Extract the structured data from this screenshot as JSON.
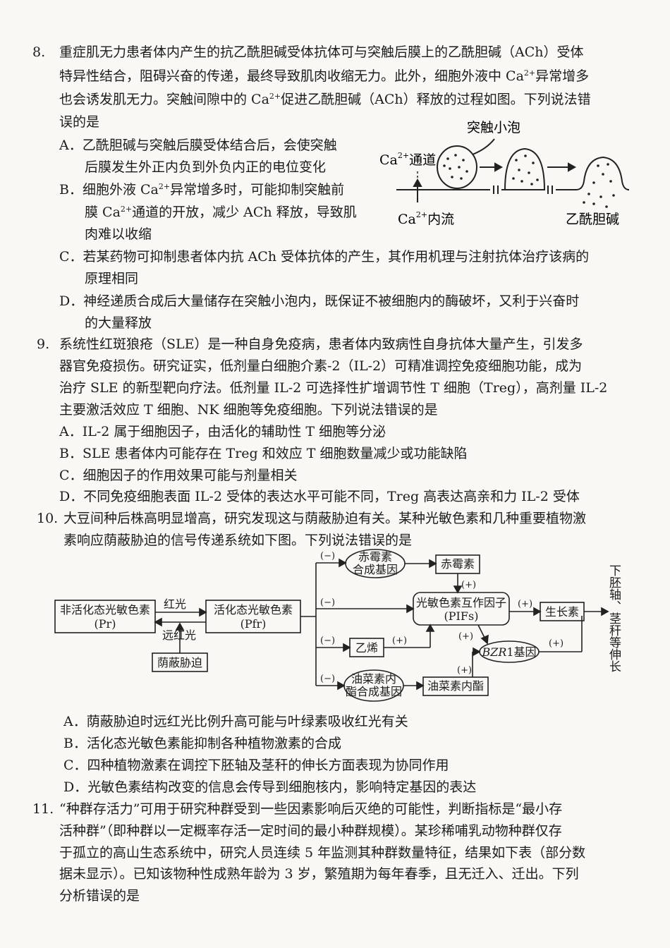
{
  "q8": {
    "num": "8.",
    "l1": "重症肌无力患者体内产生的抗乙酰胆碱受体抗体可与突触后膜上的乙酰胆碱（ACh）受体",
    "l2a": "特异性结合，阻碍兴奋的传递，最终导致肌肉收缩无力。此外，细胞外液中 Ca",
    "l2b": "异常增多",
    "l3a": "也会诱发肌无力。突触间隙中的 Ca",
    "l3b": "促进乙酰胆碱（ACh）释放的过程如图。下列说法错",
    "l4": "误的是",
    "sup": "2+",
    "A1": "A．乙酰胆碱与突触后膜受体结合后，会使突触",
    "A2": "后膜发生外正内负到外负内正的电位变化",
    "B1a": "B．细胞外液 Ca",
    "B1b": "异常增多时，可能抑制突触前",
    "B2a": "膜 Ca",
    "B2b": "通道的开放，减少 ACh 释放，导致肌",
    "B3": "肉难以收缩",
    "C1": "C．若某药物可抑制患者体内抗 ACh 受体抗体的产生，其作用机理与注射抗体治疗该病的",
    "C2": "原理相同",
    "D1": "D．神经递质合成后大量储存在突触小泡内，既保证不被细胞内的酶破坏，又利于兴奋时",
    "D2": "的大量释放",
    "fig": {
      "vesicle": "突触小泡",
      "ca": "Ca",
      "channel": "通道",
      "influx": "内流",
      "ach": "乙酰胆碱"
    }
  },
  "q9": {
    "num": "9.",
    "l1": "系统性红斑狼疮（SLE）是一种自身免疫病，患者体内致病性自身抗体大量产生，引发多",
    "l2": "器官免疫损伤。研究证实，低剂量白细胞介素-2（IL-2）可精准调控免疫细胞功能，成为",
    "l3": "治疗 SLE 的新型靶向疗法。低剂量 IL-2 可选择性扩增调节性 T 细胞（Treg），高剂量 IL-2",
    "l4": "主要激活效应 T 细胞、NK 细胞等免疫细胞。下列说法错误的是",
    "A": "A．IL-2 属于细胞因子，由活化的辅助性 T 细胞等分泌",
    "B": "B．SLE 患者体内可能存在 Treg 和效应 T 细胞数量减少或功能缺陷",
    "C": "C．细胞因子的作用效果可能与剂量相关",
    "D": "D．不同免疫细胞表面 IL-2 受体的表达水平可能不同，Treg 高表达高亲和力 IL-2 受体"
  },
  "q10": {
    "num": "10.",
    "l1": "大豆间种后株高明显增高，研究发现这与荫蔽胁迫有关。某种光敏色素和几种重要植物激",
    "l2": "素响应荫蔽胁迫的信号传递系统如下图。下列说法错误的是",
    "A": "A．荫蔽胁迫时远红光比例升高可能与叶绿素吸收红光有关",
    "B": "B．活化态光敏色素能抑制各种植物激素的合成",
    "C": "C．四种植物激素在调控下胚轴及茎秆的伸长方面表现为协同作用",
    "D": "D．光敏色素结构改变的信息会传导到细胞核内，影响特定基因的表达",
    "fig": {
      "pr1": "非活化态光敏色素",
      "pr2": "(Pr)",
      "pfr1": "活化态光敏色素",
      "pfr2": "(Pfr)",
      "red": "红光",
      "farred": "远红光",
      "shade": "荫蔽胁迫",
      "ga_gene1": "赤霉素",
      "ga_gene2": "合成基因",
      "ga": "赤霉素",
      "pif1": "光敏色素互作因子",
      "pif2": "(PIFs)",
      "auxin": "生长素",
      "ethylene": "乙烯",
      "bzr_italic": "BZR",
      "bzr_rest": "1基因",
      "br_gene1": "油菜素内",
      "br_gene2": "酯合成基因",
      "br": "油菜素内酯",
      "result": "下胚轴、茎秆等伸长",
      "minus": "(−)",
      "plus": "(+)"
    }
  },
  "q11": {
    "num": "11.",
    "l1": "“种群存活力”可用于研究种群受到一些因素影响后灭绝的可能性，判断指标是“最小存",
    "l2": "活种群”（即种群以一定概率存活一定时间的最小种群规模）。某珍稀哺乳动物种群仅存",
    "l3": "于孤立的高山生态系统中，研究人员连续 5 年监测其种群数量特征，结果如下表（部分数",
    "l4": "据未显示）。已知该物种性成熟年龄为 3 岁，繁殖期为每年春季，且无迁入、迁出。下列",
    "l5": "分析错误的是"
  }
}
